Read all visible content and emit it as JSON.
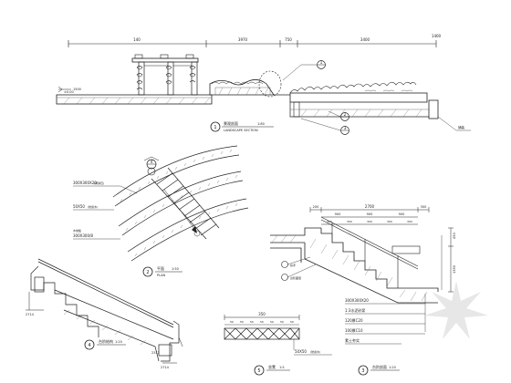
{
  "top_dims": [
    "140",
    "3970",
    "750",
    "3400"
  ],
  "top_dim_right": "1400",
  "section": {
    "left_marker": "1500",
    "left_level": "±0.00",
    "label_cn": "景观剖面",
    "scale": "1:80",
    "label_en": "LANDSCAPE SECTION",
    "number": "1",
    "callouts": [
      "1",
      "2",
      "3"
    ],
    "note_right": "铺装"
  },
  "plan": {
    "number": "2",
    "title_cn": "平面",
    "scale": "1:50",
    "title_en": "PLAN",
    "notes": [
      "300X300X20",
      "50X50",
      "300X300/8"
    ],
    "note_details": [
      "(黄锈石)",
      "(防腐木)",
      "木地板"
    ],
    "callout": "4"
  },
  "stair_structure": {
    "number": "4",
    "title": "台阶结构",
    "scale": "1:20",
    "labels": [
      "2714",
      "2312",
      "2714"
    ]
  },
  "deck": {
    "number": "5",
    "title": "坐凳",
    "scale": "1:5",
    "top_dim": "350",
    "segments": [
      "50",
      "50",
      "50",
      "50",
      "50",
      "50",
      "50"
    ],
    "note": "50X50",
    "note_detail": "(防腐木)"
  },
  "stair_section": {
    "number": "3",
    "title": "台阶剖面",
    "scale": "1:20",
    "top_dims": [
      "200",
      "2700",
      "300"
    ],
    "sub_dims": [
      "900",
      "900",
      "900"
    ],
    "sub_dims2": [
      "300",
      "300",
      "300",
      "300",
      "300"
    ],
    "right_dims": [
      "450",
      "1350"
    ],
    "layers": [
      "300X300X20",
      "1:3水泥砂浆",
      "120厚C20",
      "100厚C10",
      "素土夯实"
    ],
    "labels": [
      "扶手",
      "台阶面层"
    ]
  },
  "colors": {
    "line": "#222222",
    "hatch": "#555555"
  }
}
